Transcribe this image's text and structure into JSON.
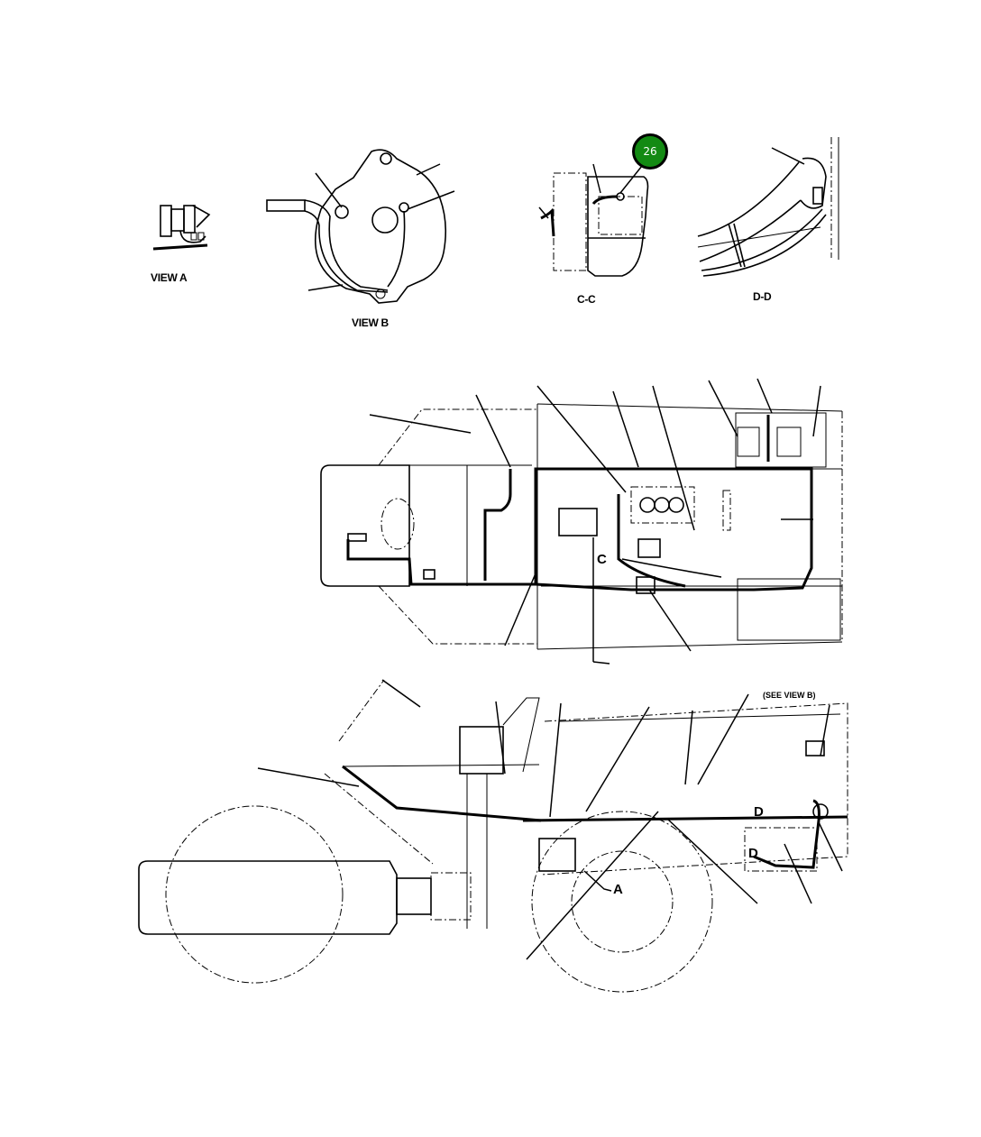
{
  "diagram": {
    "type": "wiring-harness-parts-illustration",
    "views": [
      {
        "id": "view-a",
        "label": "VIEW A"
      },
      {
        "id": "view-b",
        "label": "VIEW B"
      },
      {
        "id": "section-c",
        "label": "C-C"
      },
      {
        "id": "section-d",
        "label": "D-D"
      },
      {
        "id": "top-view",
        "label": ""
      },
      {
        "id": "side-view",
        "label": ""
      }
    ],
    "callout_badge": {
      "number": "26",
      "color": "#138a13",
      "border_color": "#000000",
      "text_color": "#ffffff"
    },
    "section_markers": {
      "c": "C",
      "d_upper": "D",
      "d_lower": "D",
      "a": "A"
    },
    "see_view_note": "(SEE VIEW B)"
  }
}
